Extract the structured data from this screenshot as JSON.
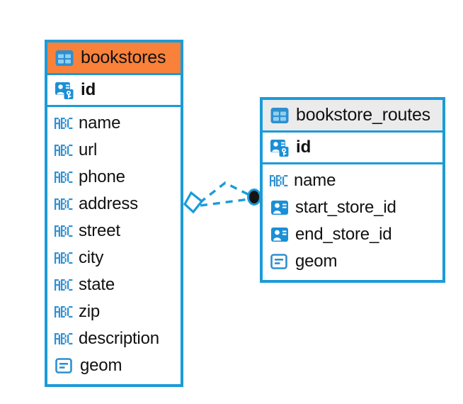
{
  "diagram": {
    "type": "entity-relationship-diagram",
    "colors": {
      "border": "#1B9BD8",
      "accent_orange": "#F9813A",
      "accent_gray": "#EBEBEB",
      "icon_blue": "#1B9BD8",
      "text": "#111111",
      "connector": "#1B9BD8",
      "connector_endpoint": "#151515"
    },
    "entities": [
      {
        "name": "bookstores",
        "header_style": "accent-orange",
        "table_icon": "table-icon",
        "primary_key": {
          "label": "id",
          "icon": "primary-key-icon"
        },
        "fields": [
          {
            "label": "name",
            "icon": "abc-text-icon"
          },
          {
            "label": "url",
            "icon": "abc-text-icon"
          },
          {
            "label": "phone",
            "icon": "abc-text-icon"
          },
          {
            "label": "address",
            "icon": "abc-text-icon"
          },
          {
            "label": "street",
            "icon": "abc-text-icon"
          },
          {
            "label": "city",
            "icon": "abc-text-icon"
          },
          {
            "label": "state",
            "icon": "abc-text-icon"
          },
          {
            "label": "zip",
            "icon": "abc-text-icon"
          },
          {
            "label": "description",
            "icon": "abc-text-icon"
          },
          {
            "label": "geom",
            "icon": "geometry-icon"
          }
        ]
      },
      {
        "name": "bookstore_routes",
        "header_style": "accent-gray",
        "table_icon": "table-icon",
        "primary_key": {
          "label": "id",
          "icon": "primary-key-icon"
        },
        "fields": [
          {
            "label": "name",
            "icon": "abc-text-icon"
          },
          {
            "label": "start_store_id",
            "icon": "foreign-key-icon"
          },
          {
            "label": "end_store_id",
            "icon": "foreign-key-icon"
          },
          {
            "label": "geom",
            "icon": "geometry-icon"
          }
        ]
      }
    ],
    "relationship": {
      "from_entity": "bookstores",
      "to_entity": "bookstore_routes",
      "line_style": "dashed",
      "source_marker": "diamond",
      "target_marker": "filled-circle"
    }
  }
}
